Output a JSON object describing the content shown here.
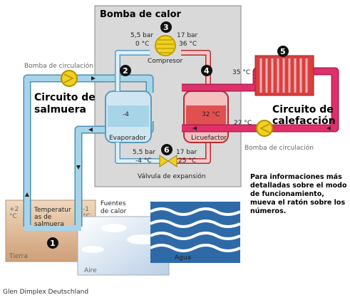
{
  "title": "Bomba de calor",
  "compressor": {
    "label": "Compresor",
    "inlet": {
      "pressure": "5,5 bar",
      "temperature": "0 °C"
    },
    "outlet": {
      "pressure": "17 bar",
      "temperature": "36 °C"
    }
  },
  "expansion_valve": {
    "label": "Válvula de expansión",
    "inlet": {
      "pressure": "17 bar",
      "temperature": "25 °C"
    },
    "outlet": {
      "pressure": "5,5 bar",
      "temperature": "-4 °C"
    }
  },
  "evaporator": {
    "label": "Evaporador",
    "temperature": "-4"
  },
  "condenser": {
    "label": "Licuefactor",
    "temperature": "32 °C"
  },
  "brine_circuit": {
    "title_line1": "Circuito de",
    "title_line2": "salmuera",
    "pump_label": "Bomba de circulación"
  },
  "heating_circuit": {
    "title_line1": "Circuito de",
    "title_line2": "calefacción",
    "pump_label": "Bomba de circulación",
    "supply_temp": "35 °C",
    "return_temp": "27 °C"
  },
  "ground": {
    "label": "Tierra",
    "brine_temp_label": "Temperatur as de salmuera",
    "brine_temp_line1": "Temperatur",
    "brine_temp_line2": "as de",
    "brine_temp_line3": "salmuera",
    "temp_in": "+2 °C",
    "temp_in_value": "+2",
    "temp_in_unit": "°C",
    "temp_out": "-1 °C",
    "temp_out_value": "-1",
    "temp_out_unit": "°C"
  },
  "sources": {
    "label": "Fuentes de calor",
    "label_line1": "Fuentes",
    "label_line2": "de calor",
    "air": "Aire",
    "water": "Agua"
  },
  "numbers": [
    "1",
    "2",
    "3",
    "4",
    "5",
    "6"
  ],
  "note": "Para informaciones más detalladas sobre el modo de funcionamiento, mueva el ratón sobre los números.",
  "credit": "Glen Dimplex Deutschland",
  "colors": {
    "cold_pipe": "#a8d4e8",
    "hot_pipe": "#e05050",
    "heating_pipe": "#e0306a",
    "housing": "#d8d8d8",
    "pump": "#f0d020",
    "ground": "#e6c8a4",
    "water": "#2e6aa8"
  }
}
